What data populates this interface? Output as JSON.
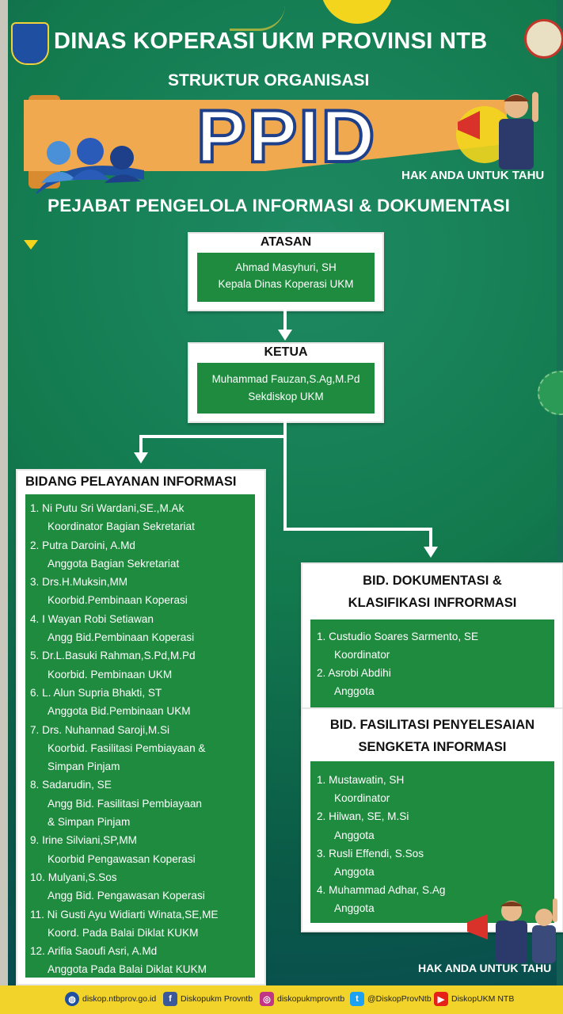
{
  "header": {
    "org_name": "DINAS KOPERASI UKM PROVINSI NTB",
    "subtitle": "STRUKTUR ORGANISASI",
    "acronym": "PPID",
    "tagline": "HAK ANDA UNTUK TAHU",
    "full_name": "PEJABAT PENGELOLA INFORMASI & DOKUMENTASI"
  },
  "atasan": {
    "title": "ATASAN",
    "name": "Ahmad Masyhuri, SH",
    "role": "Kepala Dinas Koperasi UKM"
  },
  "ketua": {
    "title": "KETUA",
    "name": "Muhammad Fauzan,S.Ag,M.Pd",
    "role": "Sekdiskop UKM"
  },
  "pelayanan": {
    "title": "BIDANG PELAYANAN INFORMASI",
    "members": [
      {
        "no": "1.",
        "name": "Ni Putu Sri Wardani,SE.,M.Ak",
        "role": [
          "Koordinator Bagian Sekretariat"
        ]
      },
      {
        "no": "2.",
        "name": "Putra Daroini, A.Md",
        "role": [
          "Anggota Bagian Sekretariat"
        ]
      },
      {
        "no": "3.",
        "name": "Drs.H.Muksin,MM",
        "role": [
          "Koorbid.Pembinaan Koperasi"
        ]
      },
      {
        "no": "4.",
        "name": "I Wayan Robi Setiawan",
        "role": [
          "Angg Bid.Pembinaan Koperasi"
        ]
      },
      {
        "no": "5.",
        "name": "Dr.L.Basuki Rahman,S.Pd,M.Pd",
        "role": [
          "Koorbid. Pembinaan UKM"
        ]
      },
      {
        "no": "6.",
        "name": "L. Alun Supria Bhakti, ST",
        "role": [
          "Anggota Bid.Pembinaan UKM"
        ]
      },
      {
        "no": "7.",
        "name": "Drs. Nuhannad Saroji,M.Si",
        "role": [
          "Koorbid. Fasilitasi Pembiayaan &",
          "Simpan Pinjam"
        ]
      },
      {
        "no": "8.",
        "name": "Sadarudin, SE",
        "role": [
          "Angg Bid. Fasilitasi Pembiayaan",
          "& Simpan Pinjam"
        ]
      },
      {
        "no": "9.",
        "name": "Irine Silviani,SP,MM",
        "role": [
          "Koorbid Pengawasan Koperasi"
        ]
      },
      {
        "no": "10.",
        "name": "Mulyani,S.Sos",
        "role": [
          "Angg Bid. Pengawasan Koperasi"
        ]
      },
      {
        "no": "11.",
        "name": "Ni Gusti Ayu Widiarti Winata,SE,ME",
        "role": [
          "Koord. Pada Balai Diklat KUKM"
        ]
      },
      {
        "no": "12.",
        "name": "Arifia Saoufi Asri, A.Md",
        "role": [
          "Anggota Pada Balai Diklat KUKM"
        ]
      }
    ]
  },
  "dokumentasi": {
    "title_line1": "BID. DOKUMENTASI &",
    "title_line2": "KLASIFIKASI INFRORMASI",
    "members": [
      {
        "no": "1.",
        "name": "Custudio Soares Sarmento, SE",
        "role": "Koordinator"
      },
      {
        "no": "2.",
        "name": "Asrobi Abdihi",
        "role": "Anggota"
      }
    ]
  },
  "fasilitasi": {
    "title_line1": "BID. FASILITASI PENYELESAIAN",
    "title_line2": "SENGKETA INFORMASI",
    "members": [
      {
        "no": "1.",
        "name": "Mustawatin, SH",
        "role": "Koordinator"
      },
      {
        "no": "2.",
        "name": "Hilwan, SE, M.Si",
        "role": "Anggota"
      },
      {
        "no": "3.",
        "name": "Rusli Effendi, S.Sos",
        "role": "Anggota"
      },
      {
        "no": "4.",
        "name": "Muhammad Adhar, S.Ag",
        "role": "Anggota"
      }
    ]
  },
  "footer_tagline": "HAK ANDA UNTUK TAHU",
  "footer": {
    "website": "diskop.ntbprov.go.id",
    "facebook": "Diskopukm Provntb",
    "instagram": "diskopukmprovntb",
    "twitter": "@DiskopProvNtb",
    "youtube": "DiskopUKM NTB"
  },
  "colors": {
    "green_bg": "#137a4e",
    "box_green": "#1f8b3f",
    "accent_yellow": "#f1d32a",
    "banner_orange": "#f0a94e",
    "ppid_stroke": "#1e3f8a"
  },
  "icons": {
    "website": "globe-icon",
    "facebook": "facebook-icon",
    "instagram": "instagram-icon",
    "twitter": "twitter-bird-icon",
    "youtube": "youtube-play-icon"
  }
}
